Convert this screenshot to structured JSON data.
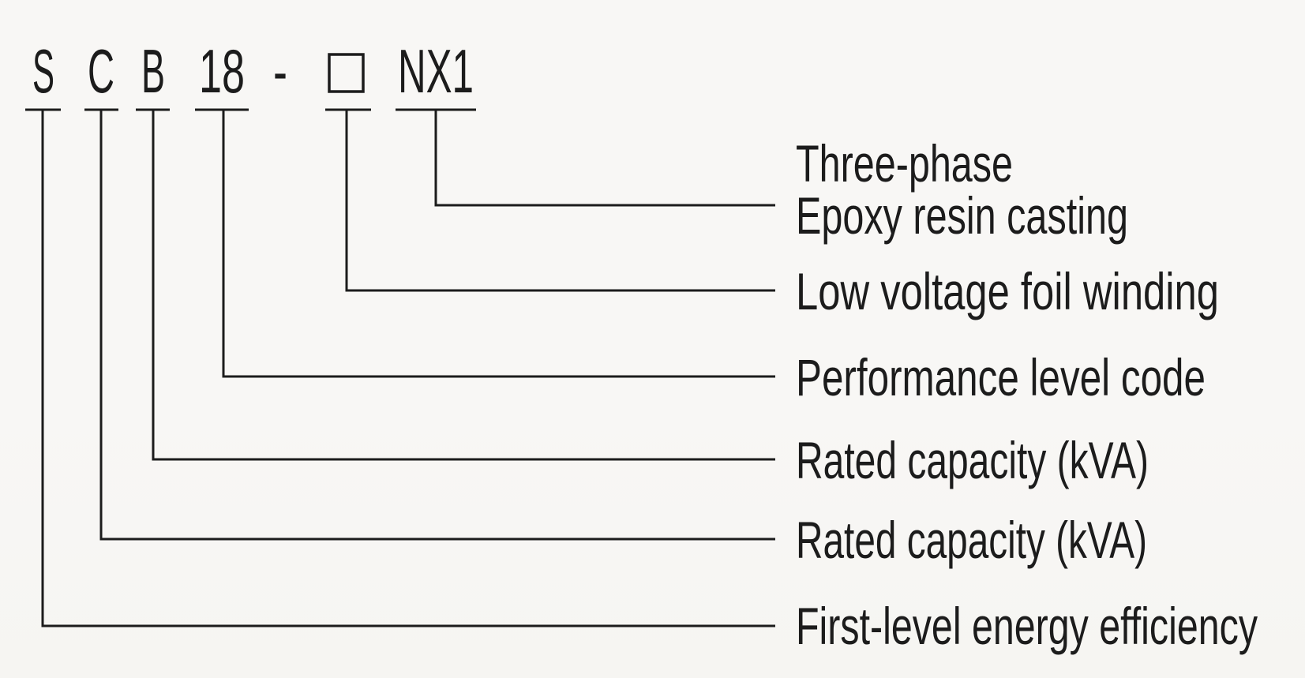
{
  "code_row": {
    "efficiency_char": "S",
    "material_char": "C",
    "winding_char": "B",
    "performance_num": "18",
    "separator": "-",
    "placeholder_box_icon": "empty-square",
    "phase_suffix": "NX1"
  },
  "legend": [
    {
      "text": "Three-phase"
    },
    {
      "text": "Epoxy resin casting"
    },
    {
      "text": "Low voltage foil winding"
    },
    {
      "text": "Performance level code"
    },
    {
      "text": "Rated capacity (kVA)"
    },
    {
      "text": "Rated capacity (kVA)"
    },
    {
      "text": "First-level energy efficiency"
    }
  ],
  "connections": [
    {
      "code": "NX1",
      "label": "Three-phase / Epoxy resin casting"
    },
    {
      "code": "□",
      "label": "Low voltage foil winding"
    },
    {
      "code": "18",
      "label": "Performance level code"
    },
    {
      "code": "B",
      "label": "Rated capacity (kVA)"
    },
    {
      "code": "C",
      "label": "Rated capacity (kVA)"
    },
    {
      "code": "S",
      "label": "First-level energy efficiency"
    }
  ],
  "colors": {
    "ink": "#1c1c1c",
    "background": "#f8f7f5"
  }
}
